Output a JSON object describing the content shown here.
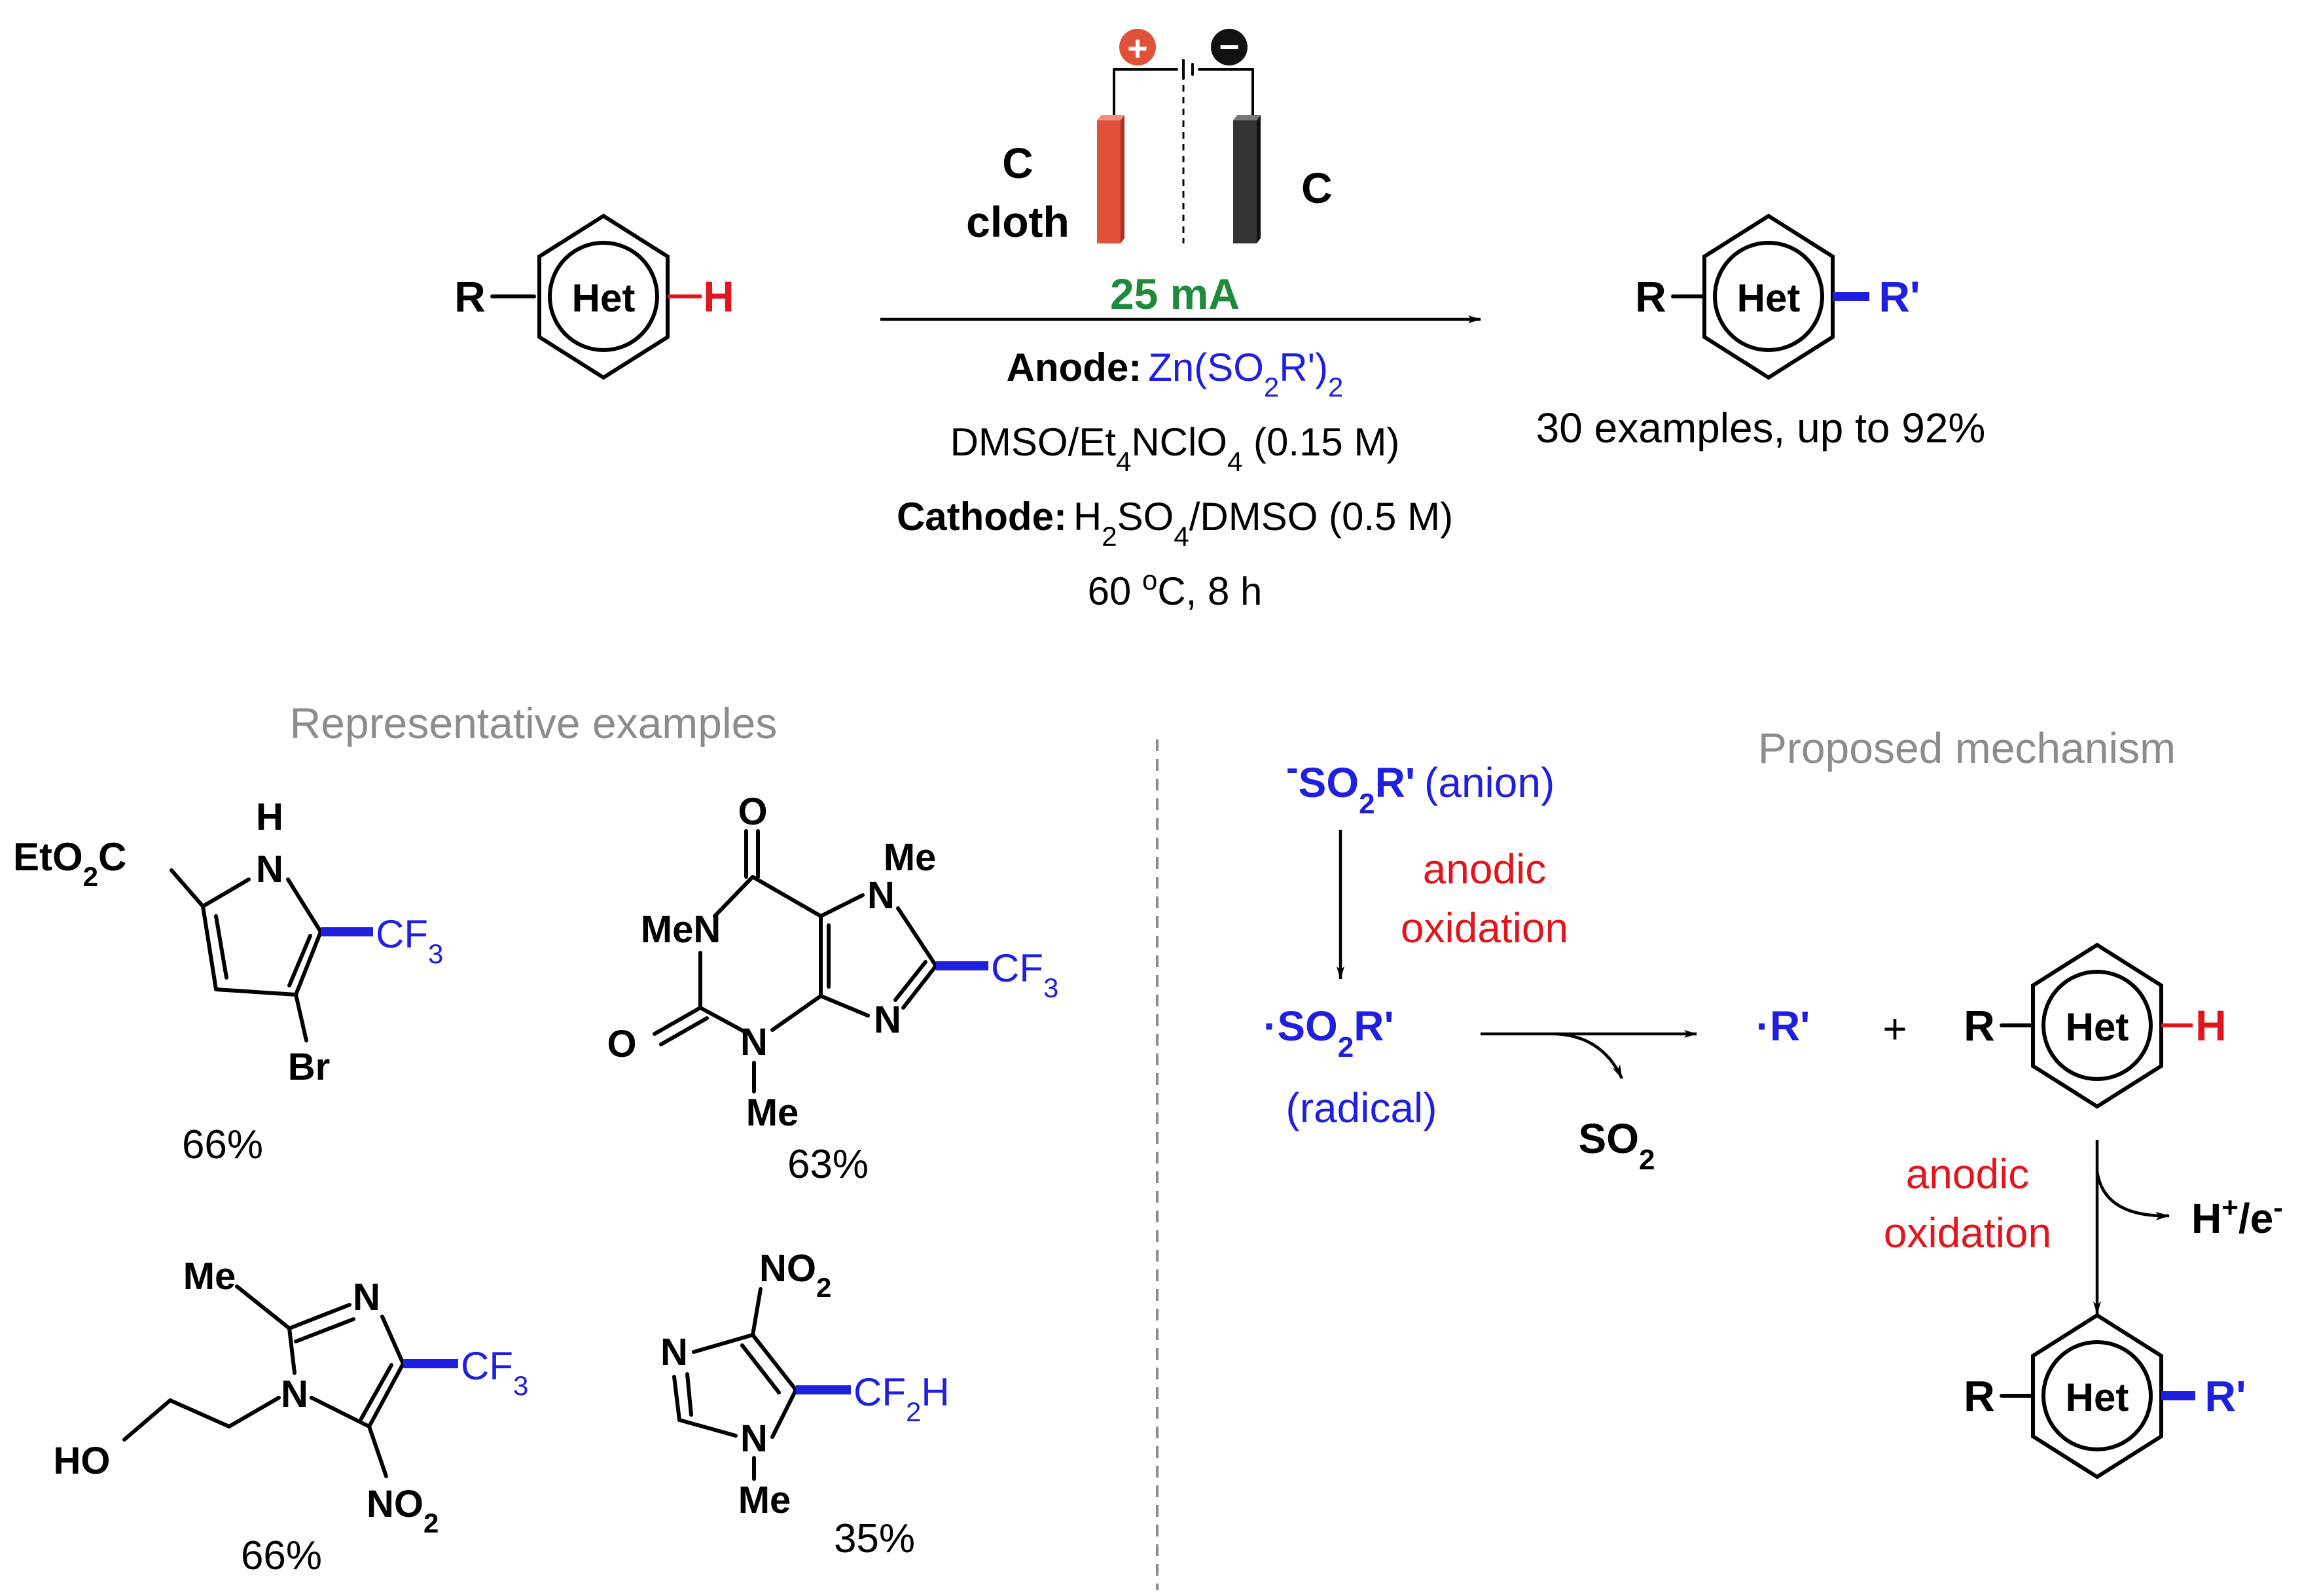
{
  "colors": {
    "blue": "#1f1fe0",
    "red": "#e0161c",
    "green": "#1e8a3c",
    "grey": "#8c8c8c",
    "anode": "#e0513a",
    "cathode": "#333333"
  },
  "het": "Het",
  "r": "R",
  "h": "H",
  "r_prime": "R'",
  "cell": {
    "plus_icon": "+",
    "minus_icon": "−",
    "anode_label_1": "C",
    "anode_label_2": "cloth",
    "cathode_label": "C",
    "current": "25 mA"
  },
  "conditions": {
    "anode_label": "Anode:",
    "anode_reagent": {
      "a": "Zn(SO",
      "b": "2",
      "c": "R')",
      "d": "2"
    },
    "solvent": {
      "a": "DMSO/Et",
      "b": "4",
      "c": "NClO",
      "d": "4",
      "e": " (0.15 M)"
    },
    "cathode_label": "Cathode:",
    "cathode_reagent": {
      "a": "H",
      "b": "2",
      "c": "SO",
      "d": "4",
      "e": "/DMSO (0.5 M)"
    },
    "temp_time": {
      "a": "60 ",
      "b": "o",
      "c": "C, 8 h"
    }
  },
  "product_summary": "30 examples, up to 92%",
  "examples": {
    "heading": "Representative examples",
    "ex1": {
      "ester_a": "EtO",
      "ester_b": "2",
      "ester_c": "C",
      "nh_h": "H",
      "nh_n": "N",
      "cf3_a": "CF",
      "cf3_b": "3",
      "br": "Br",
      "yield": "66%"
    },
    "ex2": {
      "o_top": "O",
      "men": "MeN",
      "n7": "N",
      "me7": "Me",
      "cf3_a": "CF",
      "cf3_b": "3",
      "o_bot": "O",
      "n3": "N",
      "me3": "Me",
      "n9": "N",
      "yield": "63%"
    },
    "ex3": {
      "me": "Me",
      "n3": "N",
      "cf3_a": "CF",
      "cf3_b": "3",
      "n1": "N",
      "ho": "HO",
      "no2_a": "NO",
      "no2_b": "2",
      "yield": "66%"
    },
    "ex4": {
      "no2_a": "NO",
      "no2_b": "2",
      "n3": "N",
      "cf2h_a": "CF",
      "cf2h_b": "2",
      "cf2h_c": "H",
      "n1": "N",
      "me": "Me",
      "yield": "35%"
    }
  },
  "mechanism": {
    "heading": "Proposed mechanism",
    "anion": {
      "charge": "-",
      "a": "SO",
      "b": "2",
      "c": "R'",
      "note": "(anion)"
    },
    "step1": {
      "line1": "anodic",
      "line2": "oxidation"
    },
    "radical": {
      "dot": "·",
      "a": "SO",
      "b": "2",
      "c": "R'",
      "note": "(radical)"
    },
    "so2": {
      "a": "SO",
      "b": "2"
    },
    "r_radical": "·R'",
    "plus": "+",
    "step2": {
      "line1": "anodic",
      "line2": "oxidation"
    },
    "byproduct": {
      "a": "H",
      "b": "+",
      "c": "/e",
      "d": "-"
    }
  }
}
